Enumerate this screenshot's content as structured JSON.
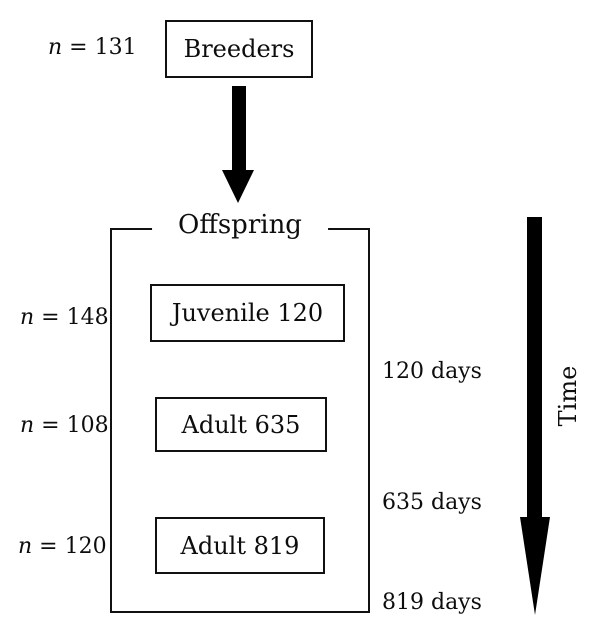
{
  "figure": {
    "background": "#ffffff",
    "ink": "#000000"
  },
  "breeders": {
    "n_var": "n",
    "n_eq": "=",
    "n_value": "131",
    "box_label": "Breeders"
  },
  "offspring": {
    "group_label": "Offspring",
    "stages": [
      {
        "n_var": "n",
        "n_eq": "=",
        "n_value": "148",
        "box_label": "Juvenile 120",
        "day_label": "120 days"
      },
      {
        "n_var": "n",
        "n_eq": "=",
        "n_value": "108",
        "box_label": "Adult 635",
        "day_label": "635 days"
      },
      {
        "n_var": "n",
        "n_eq": "=",
        "n_value": "120",
        "box_label": "Adult 819",
        "day_label": "819 days"
      }
    ]
  },
  "time_axis": {
    "label": "Time"
  }
}
